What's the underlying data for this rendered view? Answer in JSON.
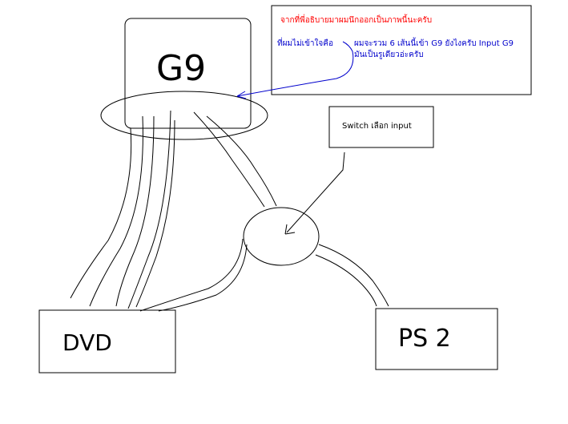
{
  "colors": {
    "note_title": "#ff0000",
    "note_body": "#0000cc",
    "stroke": "#000000"
  },
  "note": {
    "title": "จากที่พี่อธิบายมาผมนึกออกเป็นภาพนี้นะครับ",
    "question_label": "ที่ผมไม่เข้าใจคือ",
    "question_line1": "ผมจะรวม 6 เส้นนี้เข้า G9 ยังไงครับ Input G9",
    "question_line2": "มันเป็นรูเดียวอ่ะครับ"
  },
  "switch_box": {
    "label": "Switch เลือก input"
  },
  "devices": {
    "g9": "G9",
    "dvd": "DVD",
    "ps2": "PS 2"
  }
}
